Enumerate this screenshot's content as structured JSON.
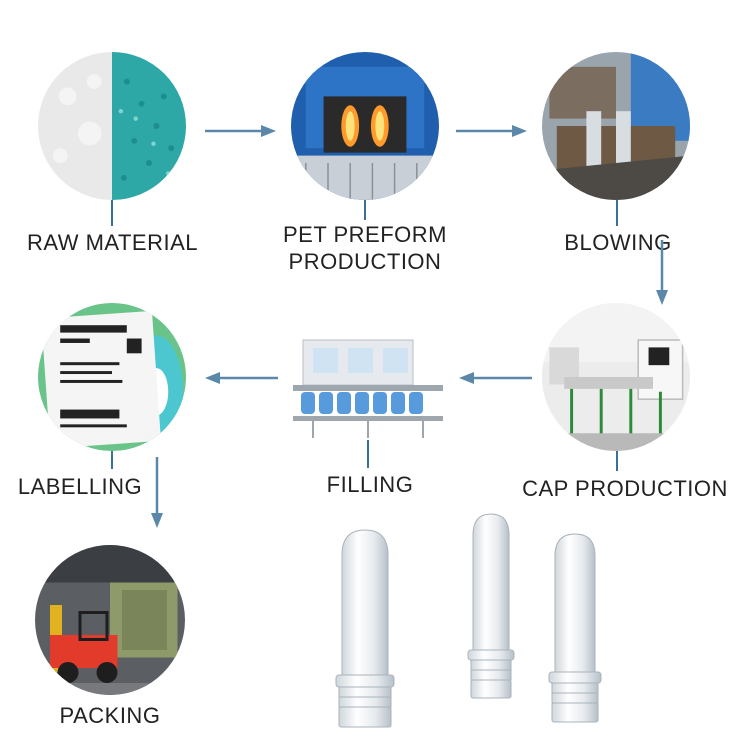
{
  "steps": [
    {
      "id": "raw-material",
      "label": "RAW MATERIAL"
    },
    {
      "id": "pet-preform",
      "label_line1": "PET PREFORM",
      "label_line2": "PRODUCTION"
    },
    {
      "id": "blowing",
      "label": "BLOWING"
    },
    {
      "id": "cap-production",
      "label": "CAP PRODUCTION"
    },
    {
      "id": "filling",
      "label": "FILLING"
    },
    {
      "id": "labelling",
      "label": "LABELLING"
    },
    {
      "id": "packing",
      "label": "PACKING"
    }
  ],
  "colors": {
    "arrow": "#5b87a8",
    "label": "#222222",
    "pellets_teal": "#2aa6a6",
    "forklift_red": "#e23b2b"
  }
}
